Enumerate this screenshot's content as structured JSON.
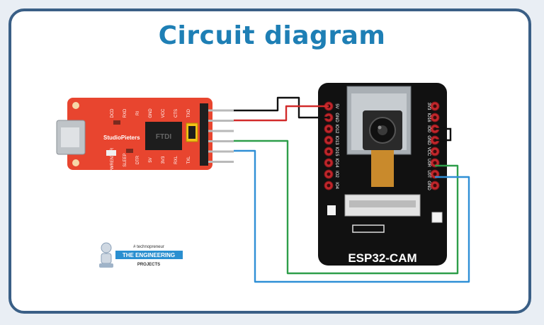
{
  "title": "Circuit diagram",
  "ftdi_board": {
    "brand": "StudioPieters",
    "chip_label": "FTDI",
    "top_pins": [
      "DCD",
      "RXD",
      "RI",
      "GND",
      "VCC",
      "CTS",
      "TXD"
    ],
    "bottom_pins": [
      "PWRENTER",
      "SLEEP",
      "DTR",
      "5V",
      "3V3",
      "RXL",
      "TXL"
    ]
  },
  "esp32_cam": {
    "label": "ESP32-CAM",
    "left_pins": [
      "5V",
      "GND",
      "IO12",
      "IO13",
      "IO15",
      "IO14",
      "IO2",
      "IO4"
    ],
    "right_pins": [
      "3V3",
      "IO16",
      "IO0",
      "GND",
      "VCC",
      "U0R",
      "U0T",
      "GND"
    ]
  },
  "logo": {
    "tagline": "# technopreneur",
    "line1": "THE ENGINEERING",
    "line2": "PROJECTS"
  },
  "wires": [
    {
      "color": "#111111"
    },
    {
      "color": "#d22b2b"
    },
    {
      "color": "#2e9e4a"
    },
    {
      "color": "#2f8fd6"
    }
  ]
}
